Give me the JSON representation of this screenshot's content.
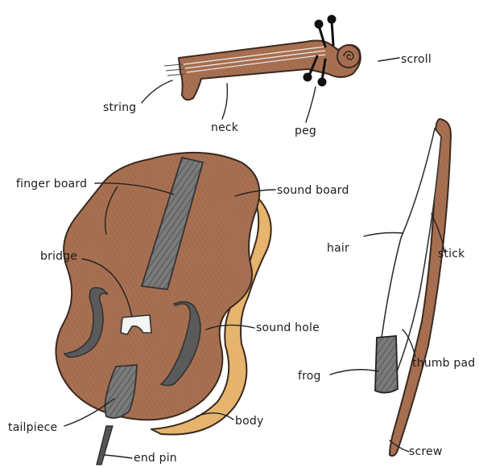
{
  "labels": {
    "string": "string",
    "neck": "neck",
    "peg": "peg",
    "scroll": "scroll",
    "finger_board": "finger board",
    "sound_board": "sound board",
    "bridge": "bridge",
    "sound_hole": "sound hole",
    "tailpiece": "tailpiece",
    "body": "body",
    "end_pin": "end pin",
    "hair": "hair",
    "stick": "stick",
    "thumb_pad": "thumb pad",
    "frog": "frog",
    "screw": "screw"
  },
  "colors": {
    "wood": "#a87052",
    "wood_dark": "#8c5a40",
    "side_orange": "#e6b46c",
    "fingerboard_gray": "#6f6f6f",
    "ink": "#1b1b1b"
  }
}
